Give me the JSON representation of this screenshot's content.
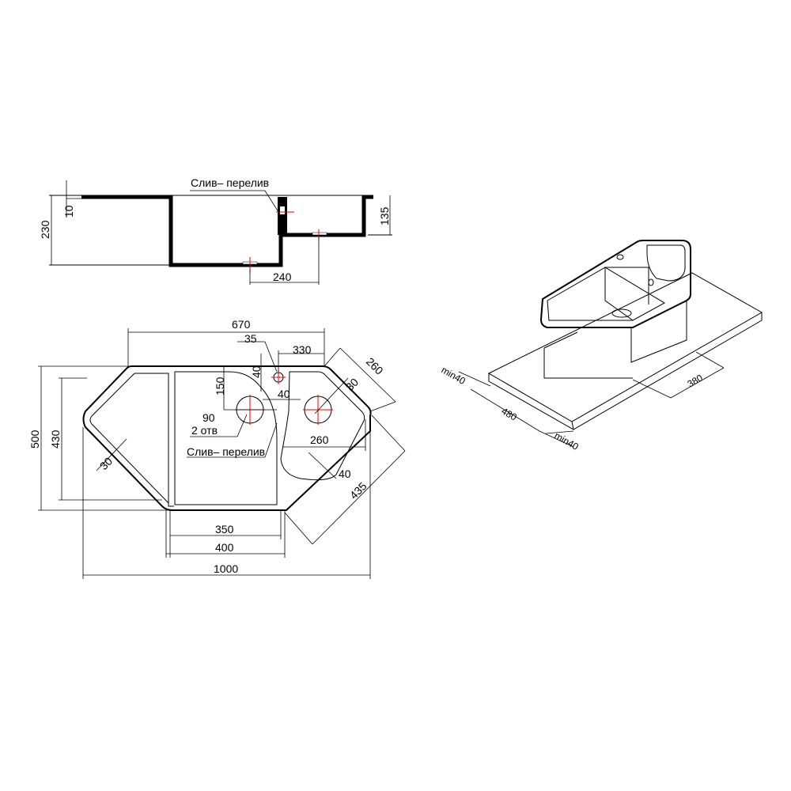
{
  "side_view": {
    "overflow_label": "Слив– перелив",
    "dim_total_height": "230",
    "dim_rim": "10",
    "dim_small_bowl_depth": "135",
    "dim_drain_spacing": "240"
  },
  "top_view": {
    "dim_width_670": "670",
    "dim_35": "35",
    "dim_330": "330",
    "dim_40_top": "40",
    "dim_150": "150",
    "dim_40_mid": "40",
    "dim_30_right": "30",
    "dim_260_diag": "260",
    "hole_diameter": "90",
    "hole_count": "2 отв",
    "overflow_label": "Слив– перелив",
    "dim_260_bottom": "260",
    "dim_40_bottom": "40",
    "dim_435": "435",
    "dim_30_left": "30",
    "dim_500": "500",
    "dim_430": "430",
    "dim_350": "350",
    "dim_400": "400",
    "dim_1000": "1000"
  },
  "iso_view": {
    "dim_min40_left": "min40",
    "dim_480": "480",
    "dim_min40_right": "min40",
    "dim_380": "380"
  }
}
